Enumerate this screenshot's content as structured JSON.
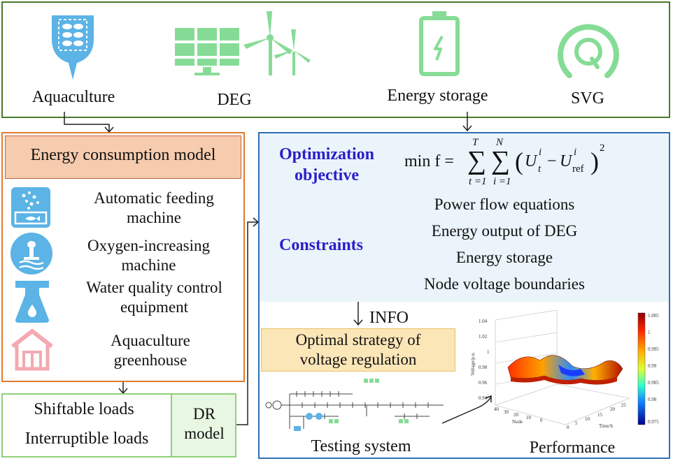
{
  "top": {
    "items": [
      {
        "label": "Aquaculture",
        "icon": "aquaculture-icon"
      },
      {
        "label": "DEG",
        "icon": "solar-wind-icon"
      },
      {
        "label": "Energy storage",
        "icon": "battery-icon"
      },
      {
        "label": "SVG",
        "icon": "svg-device-icon"
      }
    ]
  },
  "left": {
    "title": "Energy consumption model",
    "devices": [
      {
        "label": "Automatic feeding machine",
        "icon": "feeding-machine-icon"
      },
      {
        "label": "Oxygen-increasing machine",
        "icon": "oxygen-machine-icon"
      },
      {
        "label": "Water quality control equipment",
        "icon": "water-quality-icon"
      },
      {
        "label": "Aquaculture greenhouse",
        "icon": "greenhouse-icon"
      }
    ]
  },
  "bottom_left": {
    "loads": [
      "Shiftable loads",
      "Interruptible loads"
    ],
    "dr_model": "DR model"
  },
  "right": {
    "objective_label": "Optimization objective",
    "formula": {
      "lhs": "min f =",
      "sum_t_top": "T",
      "sum_t_bottom": "t =1",
      "sum_i_top": "N",
      "sum_i_bottom": "i =1",
      "term_a": "U",
      "term_a_sup": "i",
      "term_a_sub": "t",
      "minus": "−",
      "term_b": "U",
      "term_b_sup": "i",
      "term_b_sub": "ref",
      "power": "2"
    },
    "constraints_label": "Constraints",
    "constraints": [
      "Power flow equations",
      "Energy output of DEG",
      "Energy storage",
      "Node voltage boundaries"
    ],
    "info_label": "INFO",
    "strategy": "Optimal strategy of voltage regulation",
    "testing_label": "Testing system",
    "performance_label": "Performance"
  },
  "colors": {
    "top_border": "#4b7a2a",
    "left_border": "#e07a2e",
    "left_title_bg": "#f6cbae",
    "loads_border": "#8fd07a",
    "right_border": "#2f6fb5",
    "right_bg": "#eaf4fa",
    "strategy_bg": "#fbe6b8",
    "blue_title": "#2a1fc8",
    "icon_blue": "#5bb3e6",
    "icon_green": "#86dc96",
    "icon_pink": "#f4a9b0"
  },
  "plot": {
    "zlabel": "Voltage/p.u.",
    "xlabel": "Node",
    "ylabel": "Time/h",
    "z_ticks": [
      "1.04",
      "1.02",
      "1",
      "0.98",
      "0.96",
      "0.94"
    ],
    "x_ticks": [
      "40",
      "30",
      "20",
      "10",
      "0"
    ],
    "y_ticks": [
      "0",
      "5",
      "10",
      "15",
      "20",
      "25"
    ],
    "colorbar_ticks": [
      "1.005",
      "1",
      "0.995",
      "0.99",
      "0.985",
      "0.98",
      "0.975"
    ]
  }
}
